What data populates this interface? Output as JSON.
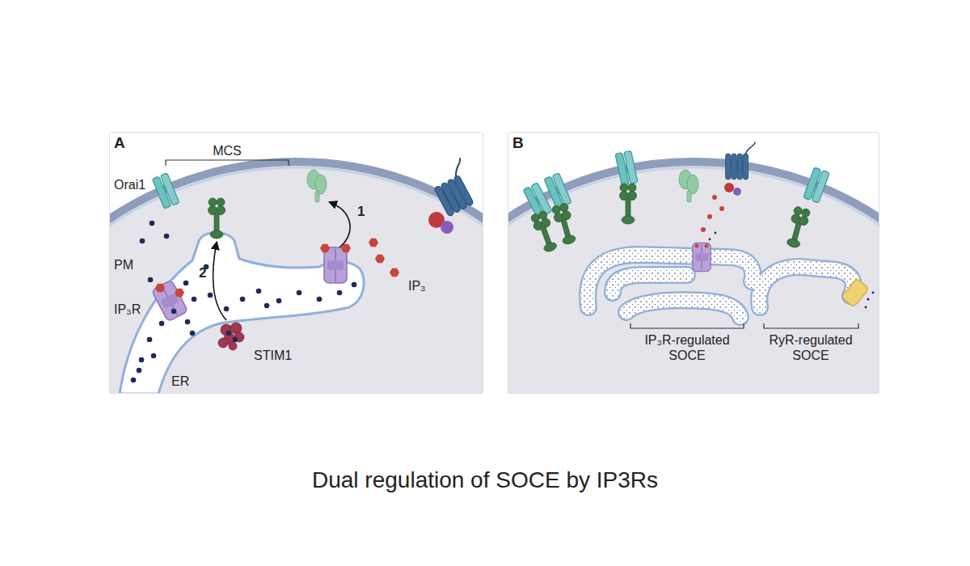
{
  "diagram": {
    "caption": "Dual regulation of SOCE by IP3Rs",
    "nodes": [
      {
        "text": [
          "A"
        ]
      },
      {
        "text": [
          "B"
        ]
      }
    ],
    "labels": [
      "MCS",
      "Orai1",
      "PM",
      "IP₃R",
      "STIM1",
      "ER",
      "1",
      "2",
      "IP₃",
      "IP₃R-regulated SOCE",
      "RyR-regulated SOCE"
    ]
  }
}
